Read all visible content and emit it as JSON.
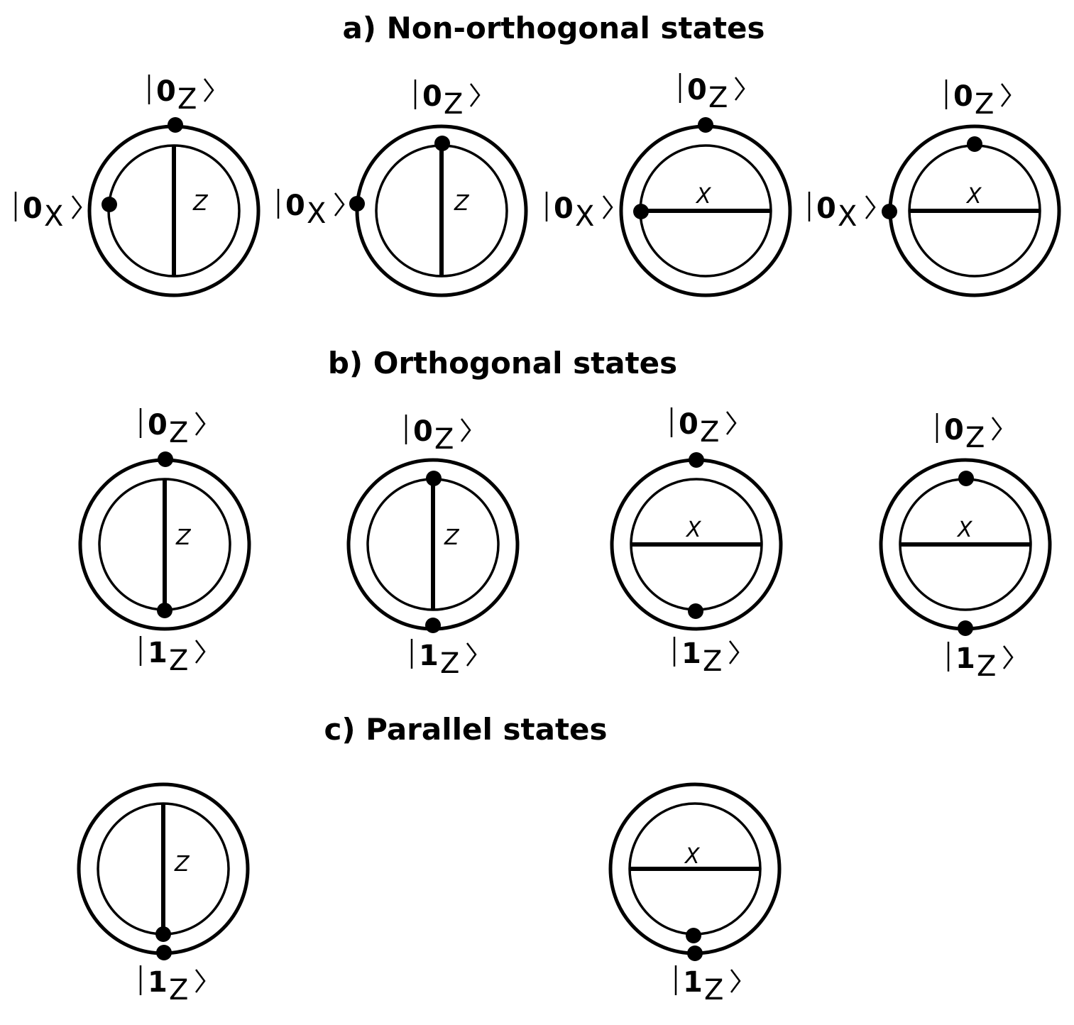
{
  "sections": [
    {
      "title": "a) Non-orthogonal states"
    },
    {
      "title": "b) Orthogonal states"
    },
    {
      "title": "c) Parallel states"
    }
  ],
  "kets": {
    "zero_z": {
      "digit": "0",
      "subscript": "Z"
    },
    "zero_x": {
      "digit": "0",
      "subscript": "X"
    },
    "one_z": {
      "digit": "1",
      "subscript": "Z"
    }
  },
  "axes": {
    "z": "Z",
    "x": "X"
  }
}
